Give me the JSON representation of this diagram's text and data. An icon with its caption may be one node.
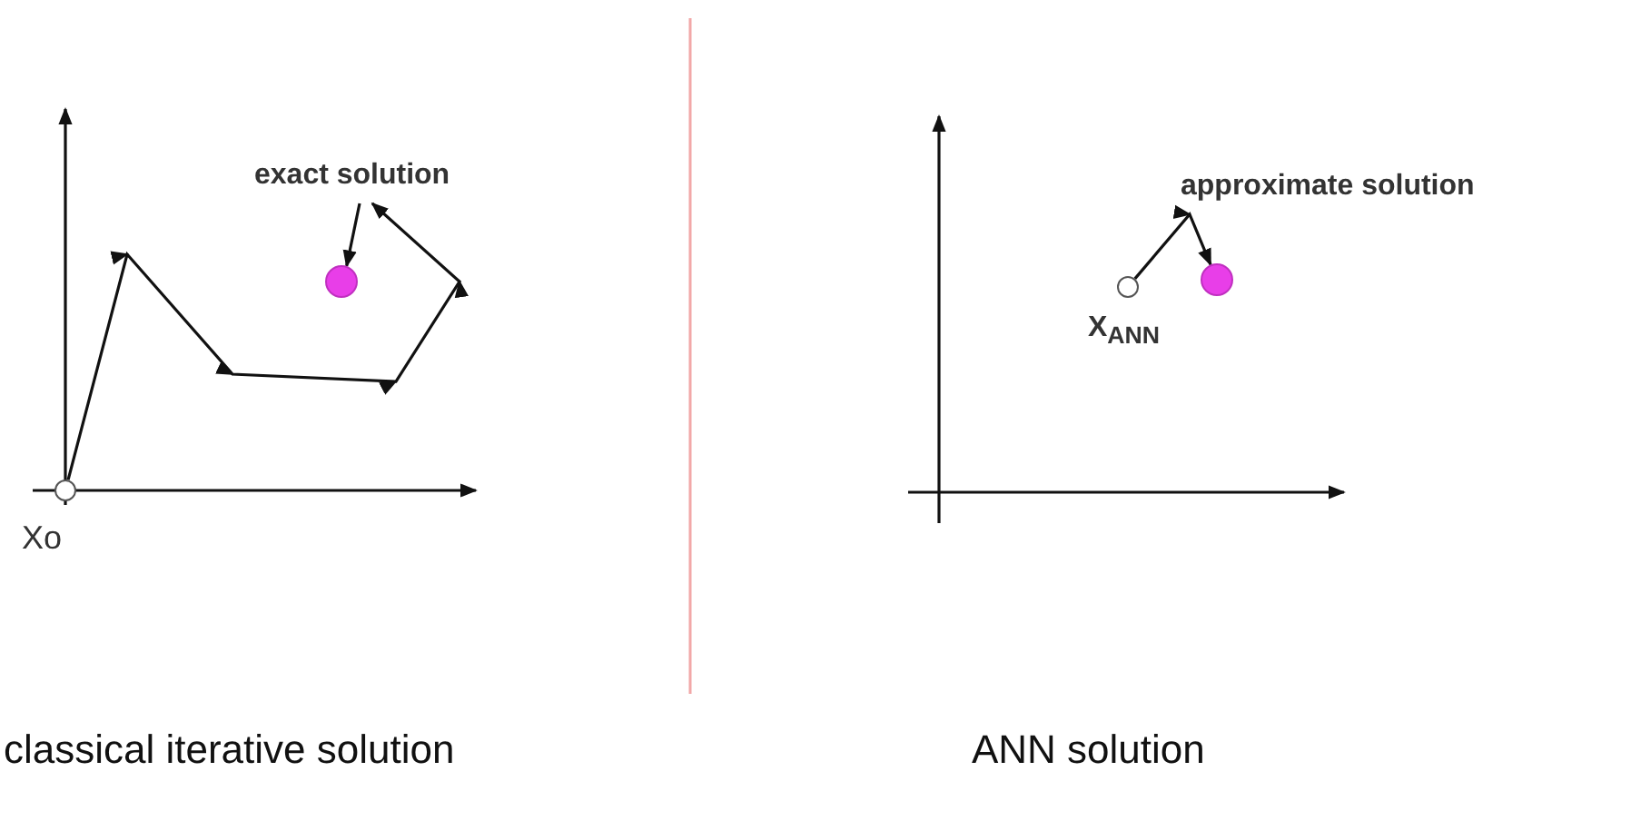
{
  "diagram": {
    "nodes": [
      {
        "text": [],
        "shape": "circle",
        "beside": [
          "Xo"
        ]
      },
      {
        "text": [
          "exact solution"
        ]
      },
      {
        "text": [],
        "shape": "circle"
      },
      {
        "text": [],
        "shape": "circle",
        "beside": [
          "X$_{ANN}$"
        ]
      },
      {
        "text": [],
        "shape": "circle",
        "beside": [
          "approximate solution"
        ]
      }
    ],
    "edges": [
      {
        "from": 0,
        "to": 1,
        "arrow": "to"
      },
      {
        "from": 1,
        "to": 2,
        "arrow": "to"
      },
      {
        "from": 3,
        "to": 4,
        "arrow": "to"
      }
    ],
    "labels": [
      "classical iterative solution",
      "ANN solution"
    ]
  }
}
